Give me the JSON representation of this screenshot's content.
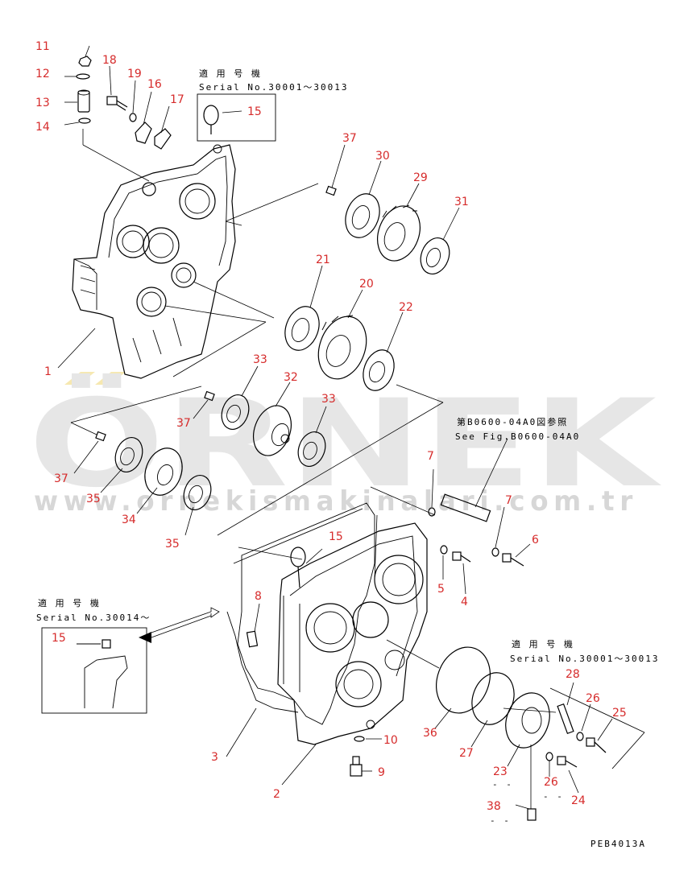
{
  "diagram": {
    "code": "PEB4013A",
    "applicable_models_jp": "適 用 号 機",
    "serial_range_a": "Serial No.30001～30013",
    "serial_range_b": "Serial No.30014～",
    "see_fig_jp": "第B0600-04A0図参照",
    "see_fig_en": "See Fig.B0600-04A0",
    "dash_marks": "- -",
    "callout_color": "#d62b2b"
  },
  "watermark": {
    "brand": "ÖRNEK",
    "url": "www.ornekismakinalari.com.tr"
  },
  "callouts": [
    "1",
    "2",
    "3",
    "4",
    "5",
    "6",
    "7",
    "7",
    "8",
    "9",
    "10",
    "11",
    "12",
    "13",
    "14",
    "15",
    "15",
    "15",
    "16",
    "17",
    "18",
    "19",
    "20",
    "21",
    "22",
    "23",
    "24",
    "25",
    "26",
    "26",
    "27",
    "28",
    "29",
    "30",
    "31",
    "32",
    "33",
    "33",
    "34",
    "35",
    "35",
    "36",
    "37",
    "37",
    "37",
    "38"
  ]
}
